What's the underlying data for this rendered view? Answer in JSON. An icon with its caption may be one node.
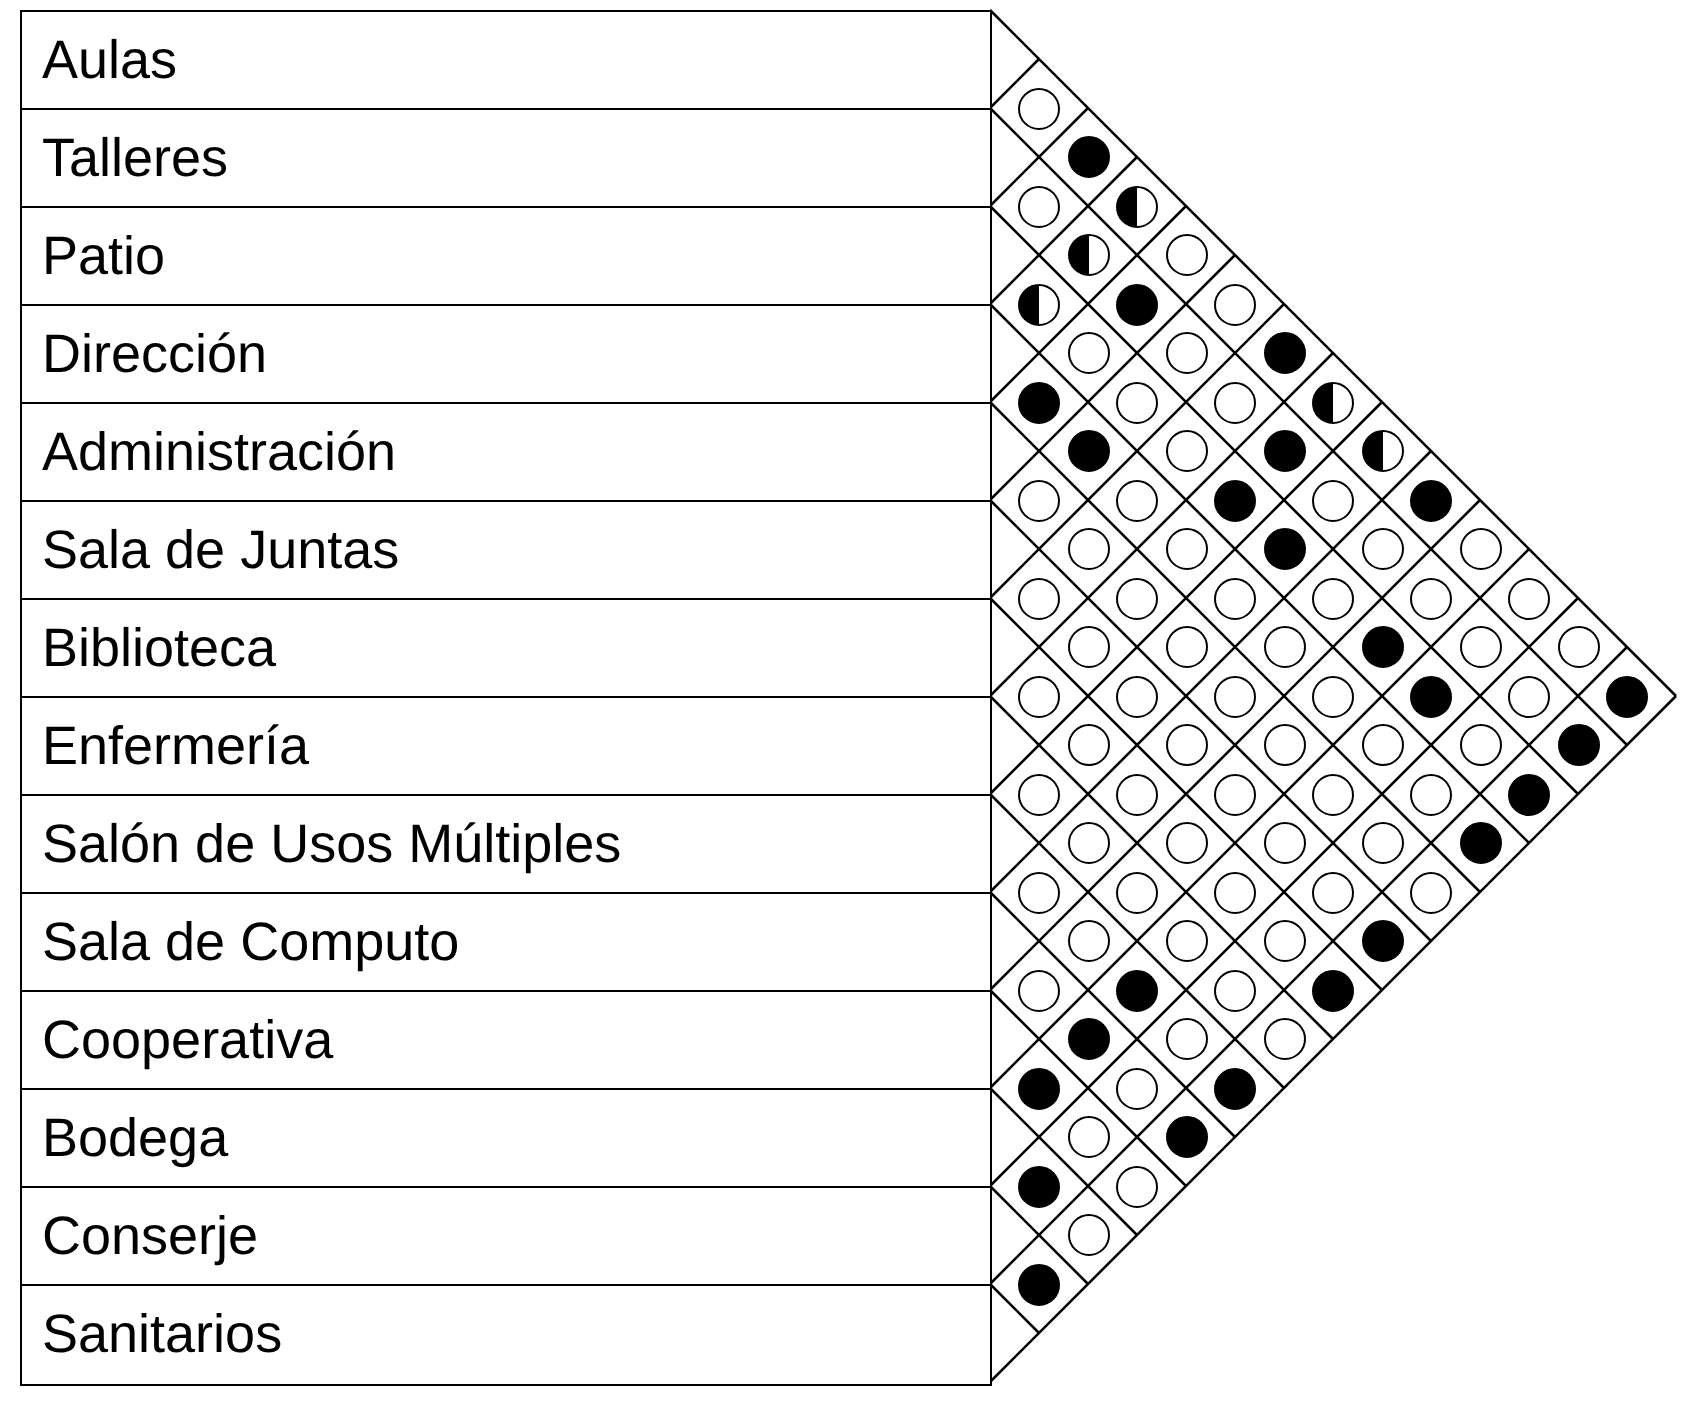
{
  "diagram": {
    "nodes": [
      {
        "text": [
          "Aulas"
        ]
      },
      {
        "text": [
          "Talleres"
        ]
      },
      {
        "text": [
          "Patio"
        ]
      },
      {
        "text": [
          "Dirección"
        ]
      },
      {
        "text": [
          "Administración"
        ]
      },
      {
        "text": [
          "Sala de Juntas"
        ]
      },
      {
        "text": [
          "Biblioteca"
        ]
      },
      {
        "text": [
          "Enfermería"
        ]
      },
      {
        "text": [
          "Salón de Usos Múltiples"
        ]
      },
      {
        "text": [
          "Sala de Computo"
        ]
      },
      {
        "text": [
          "Cooperativa"
        ]
      },
      {
        "text": [
          "Bodega"
        ]
      },
      {
        "text": [
          "Conserje"
        ]
      },
      {
        "text": [
          "Sanitarios"
        ]
      },
      {
        "text": [],
        "shape": "circle"
      },
      {
        "text": [],
        "shape": "dot"
      },
      {
        "text": [],
        "shape": "circle"
      },
      {
        "text": [],
        "shape": "half-circle"
      },
      {
        "text": [],
        "shape": "half-circle"
      },
      {
        "text": [],
        "shape": "circle"
      },
      {
        "text": [],
        "shape": "half-circle"
      },
      {
        "text": [],
        "shape": "dot"
      },
      {
        "text": [],
        "shape": "circle"
      },
      {
        "text": [],
        "shape": "circle"
      },
      {
        "text": [],
        "shape": "circle"
      },
      {
        "text": [],
        "shape": "dot"
      },
      {
        "text": [],
        "shape": "dot"
      },
      {
        "text": [],
        "shape": "circle"
      },
      {
        "text": [],
        "shape": "circle"
      },
      {
        "text": [],
        "shape": "half-circle"
      },
      {
        "text": [],
        "shape": "dot"
      },
      {
        "text": [],
        "shape": "circle"
      },
      {
        "text": [],
        "shape": "dot"
      },
      {
        "text": [],
        "shape": "half-circle"
      },
      {
        "text": [],
        "shape": "circle"
      },
      {
        "text": [],
        "shape": "circle"
      },
      {
        "text": [],
        "shape": "dot"
      },
      {
        "text": [],
        "shape": "circle"
      },
      {
        "text": [],
        "shape": "dot"
      },
      {
        "text": [],
        "shape": "circle"
      },
      {
        "text": [],
        "shape": "circle"
      },
      {
        "text": [],
        "shape": "dot"
      },
      {
        "text": [],
        "shape": "circle"
      },
      {
        "text": [],
        "shape": "circle"
      },
      {
        "text": [],
        "shape": "circle"
      },
      {
        "text": [],
        "shape": "circle"
      },
      {
        "text": [],
        "shape": "circle"
      },
      {
        "text": [],
        "shape": "circle"
      },
      {
        "text": [],
        "shape": "circle"
      },
      {
        "text": [],
        "shape": "circle"
      },
      {
        "text": [],
        "shape": "circle"
      },
      {
        "text": [],
        "shape": "circle"
      },
      {
        "text": [],
        "shape": "circle"
      },
      {
        "text": [],
        "shape": "dot"
      },
      {
        "text": [],
        "shape": "circle"
      },
      {
        "text": [],
        "shape": "circle"
      },
      {
        "text": [],
        "shape": "circle"
      },
      {
        "text": [],
        "shape": "circle"
      },
      {
        "text": [],
        "shape": "circle"
      },
      {
        "text": [],
        "shape": "circle"
      },
      {
        "text": [],
        "shape": "dot"
      },
      {
        "text": [],
        "shape": "circle"
      },
      {
        "text": [],
        "shape": "dot"
      },
      {
        "text": [],
        "shape": "circle"
      },
      {
        "text": [],
        "shape": "circle"
      },
      {
        "text": [],
        "shape": "circle"
      },
      {
        "text": [],
        "shape": "circle"
      },
      {
        "text": [],
        "shape": "circle"
      },
      {
        "text": [],
        "shape": "dot"
      },
      {
        "text": [],
        "shape": "circle"
      },
      {
        "text": [],
        "shape": "circle"
      },
      {
        "text": [],
        "shape": "circle"
      },
      {
        "text": [],
        "shape": "circle"
      },
      {
        "text": [],
        "shape": "circle"
      },
      {
        "text": [],
        "shape": "dot"
      },
      {
        "text": [],
        "shape": "circle"
      },
      {
        "text": [],
        "shape": "circle"
      },
      {
        "text": [],
        "shape": "circle"
      },
      {
        "text": [],
        "shape": "circle"
      },
      {
        "text": [],
        "shape": "dot"
      },
      {
        "text": [],
        "shape": "circle"
      },
      {
        "text": [],
        "shape": "circle"
      },
      {
        "text": [],
        "shape": "circle"
      },
      {
        "text": [],
        "shape": "circle"
      },
      {
        "text": [],
        "shape": "circle"
      },
      {
        "text": [],
        "shape": "circle"
      },
      {
        "text": [],
        "shape": "circle"
      },
      {
        "text": [],
        "shape": "circle"
      },
      {
        "text": [],
        "shape": "dot"
      },
      {
        "text": [],
        "shape": "circle"
      },
      {
        "text": [],
        "shape": "dot"
      },
      {
        "text": [],
        "shape": "circle"
      },
      {
        "text": [],
        "shape": "dot"
      },
      {
        "text": [],
        "shape": "dot"
      },
      {
        "text": [],
        "shape": "circle"
      },
      {
        "text": [],
        "shape": "circle"
      },
      {
        "text": [],
        "shape": "dot"
      },
      {
        "text": [],
        "shape": "circle"
      },
      {
        "text": [],
        "shape": "dot"
      },
      {
        "text": [],
        "shape": "circle"
      },
      {
        "text": [],
        "shape": "dot"
      },
      {
        "text": [],
        "shape": "dot"
      },
      {
        "text": [],
        "shape": "circle"
      },
      {
        "text": [],
        "shape": "circle"
      },
      {
        "text": [],
        "shape": "dot"
      }
    ]
  }
}
